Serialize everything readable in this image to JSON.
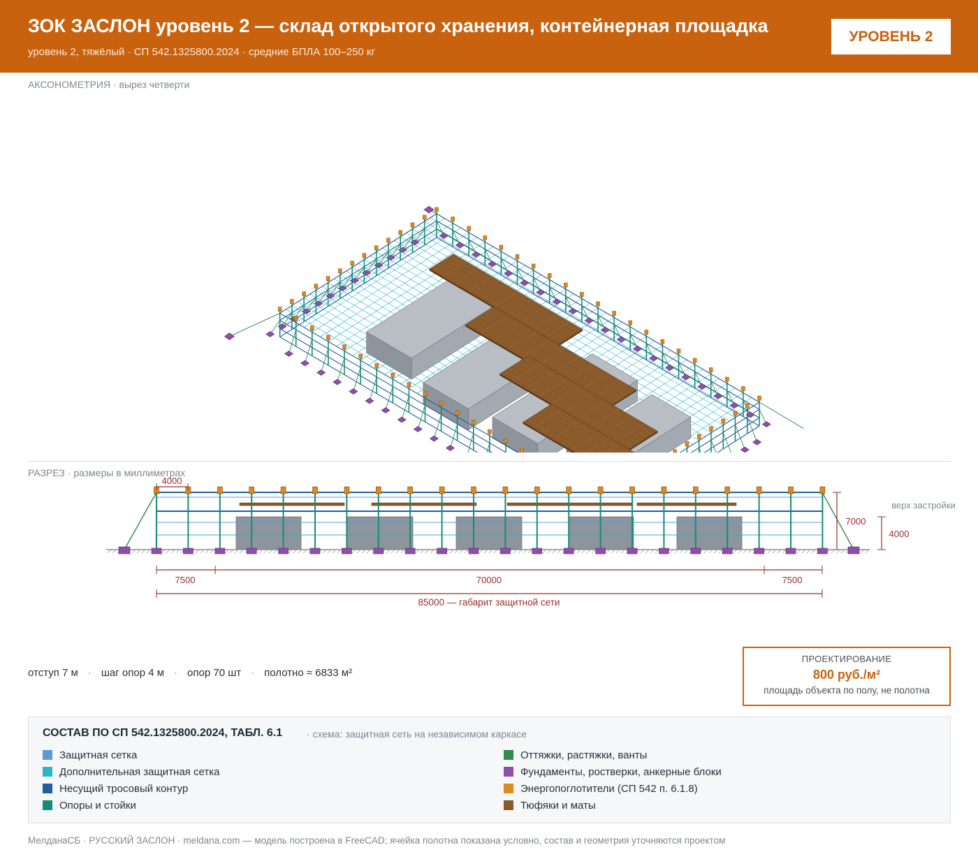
{
  "header": {
    "title": "ЗОК ЗАСЛОН уровень 2 — склад открытого хранения, контейнерная площадка",
    "subtitle": "уровень 2, тяжёлый · СП 542.1325800.2024 · средние БПЛА 100–250 кг",
    "badge": "УРОВЕНЬ 2"
  },
  "axonometry": {
    "label": "АКСОНОМЕТРИЯ",
    "label_note": "· вырез четверти"
  },
  "section": {
    "label": "РАЗРЕЗ",
    "label_note": "· размеры в миллиметрах",
    "dim_step": "4000",
    "dim_left": "7500",
    "dim_mid": "70000",
    "dim_right": "7500",
    "dim_total": "85000 — габарит защитной сети",
    "dim_height_total": "7000",
    "dim_height_build": "4000",
    "top_note": "верх застройки"
  },
  "stats": {
    "items": [
      "отступ 7 м",
      "шаг опор 4 м",
      "опор 70 шт",
      "полотно ≈ 6833 м²"
    ]
  },
  "price": {
    "caption": "ПРОЕКТИРОВАНИЕ",
    "value": "800 руб./м²",
    "note": "площадь объекта по полу, не полотна"
  },
  "legend": {
    "title": "СОСТАВ ПО СП 542.1325800.2024, ТАБЛ. 6.1",
    "scheme": "· схема: защитная сеть на независимом каркасе",
    "left": [
      {
        "label": "Защитная сетка",
        "color": "#5b9bd5"
      },
      {
        "label": "Дополнительная защитная сетка",
        "color": "#2bb5c9"
      },
      {
        "label": "Несущий тросовый контур",
        "color": "#1f5fa3"
      },
      {
        "label": "Опоры и стойки",
        "color": "#178a7a"
      }
    ],
    "right": [
      {
        "label": "Оттяжки, растяжки, ванты",
        "color": "#2e8b4a"
      },
      {
        "label": "Фундаменты, ростверки, анкерные блоки",
        "color": "#8e4fa8"
      },
      {
        "label": "Энергопоглотители (СП 542 п. 6.1.8)",
        "color": "#e0871e"
      },
      {
        "label": "Тюфяки и маты",
        "color": "#8a5a2b"
      }
    ]
  },
  "footer": "МелданаСБ · РУССКИЙ ЗАСЛОН · meldana.com — модель построена в FreeCAD; ячейка полотна показана условно, состав и геометрия уточняются проектом"
}
